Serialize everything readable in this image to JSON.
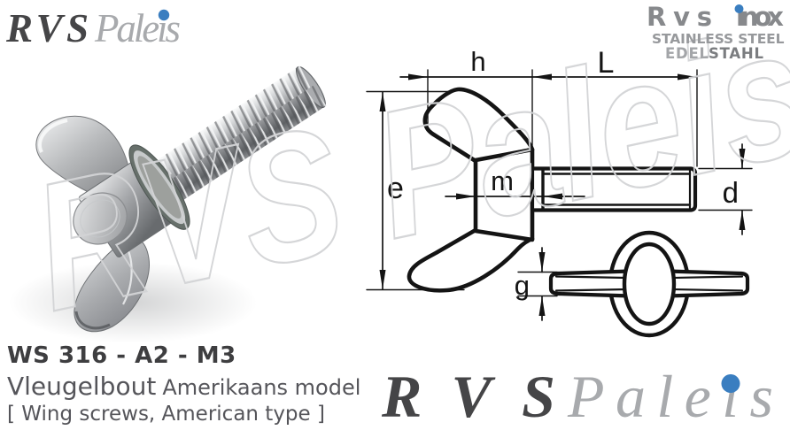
{
  "page_bg": "#ffffff",
  "brand_logo": {
    "part1": "RVS",
    "part2": "Paleis",
    "part1_color": "#454547",
    "part2_color": "#a8aaad",
    "dot_color": "#3a7ec0"
  },
  "corner_logo": {
    "line1_word1": "Rvs",
    "line1_word2": "inox",
    "line1_color": "#87898c",
    "line2": "STAINLESS STEEL",
    "line2_color": "#97999c",
    "line3_part1": "EDEL",
    "line3_part1_color": "#a3a5a8",
    "line3_part2": "STAHL",
    "line3_part2_color": "#7b7d80"
  },
  "watermark": {
    "text": "RVS Paleis",
    "color": "#d3d4d6"
  },
  "drawing": {
    "line_color": "#141414",
    "dim_h": "h",
    "dim_L": "L",
    "dim_e": "e",
    "dim_m": "m",
    "dim_d": "d",
    "dim_g": "g"
  },
  "caption": {
    "code": "WS 316 - A2 - M3",
    "title_nl": "Vleugelbout",
    "subtitle_nl": "Amerikaans model",
    "title_en": "[ Wing screws, American type ]"
  }
}
